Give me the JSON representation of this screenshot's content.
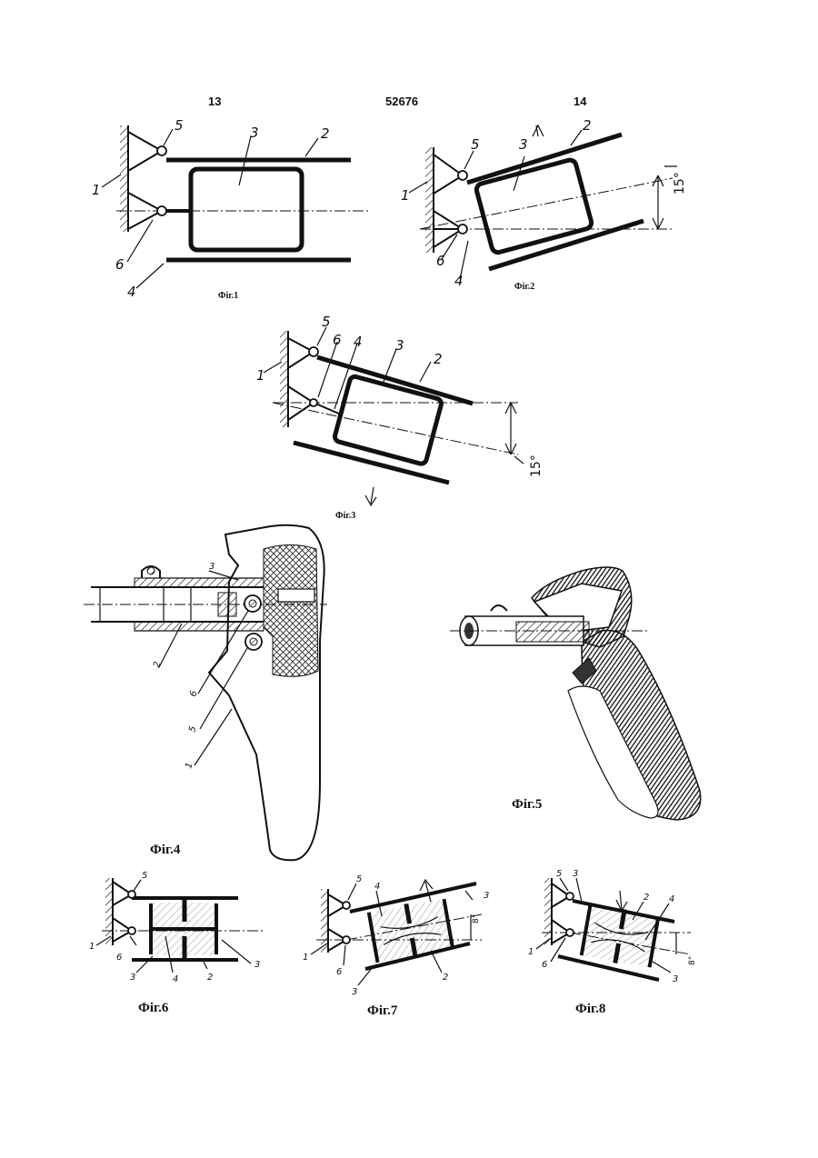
{
  "header": {
    "page_left": "13",
    "patent_number": "52676",
    "page_right": "14"
  },
  "figures": [
    {
      "caption": "Фіг.1",
      "labels": [
        "1",
        "2",
        "3",
        "4",
        "5",
        "6"
      ]
    },
    {
      "caption": "Фіг.2",
      "labels": [
        "1",
        "2",
        "3",
        "4",
        "5",
        "6"
      ],
      "angle": "15°"
    },
    {
      "caption": "Фіг.3",
      "labels": [
        "1",
        "2",
        "3",
        "4",
        "5",
        "6"
      ],
      "angle": "15°"
    },
    {
      "caption": "Фіг.4",
      "labels": [
        "1",
        "2",
        "3",
        "5",
        "6"
      ]
    },
    {
      "caption": "Фіг.5"
    },
    {
      "caption": "Фіг.6",
      "labels": [
        "1",
        "2",
        "3",
        "3",
        "4",
        "5",
        "6"
      ]
    },
    {
      "caption": "Фіг.7",
      "labels": [
        "1",
        "2",
        "3",
        "3",
        "4",
        "5",
        "6"
      ],
      "angle": "8°"
    },
    {
      "caption": "Фіг.8",
      "labels": [
        "1",
        "2",
        "3",
        "3",
        "4",
        "5",
        "6"
      ],
      "angle": "8°"
    }
  ]
}
